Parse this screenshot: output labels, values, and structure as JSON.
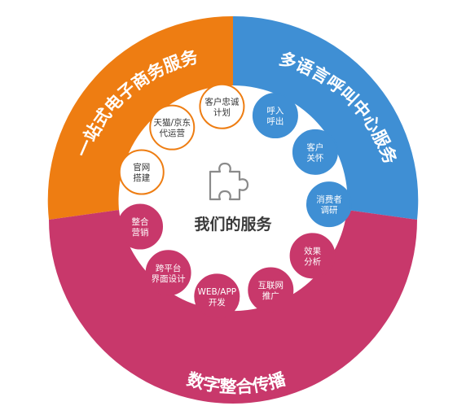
{
  "center": {
    "title": "我们的服务",
    "icon": "puzzle-piece-icon"
  },
  "segments": [
    {
      "id": "ecommerce",
      "label": "一站式电子商务服务",
      "color": "#ee7d12"
    },
    {
      "id": "callcenter",
      "label": "多语言呼叫中心服务",
      "color": "#3f8fd4"
    },
    {
      "id": "digital",
      "label": "数字整合传播",
      "color": "#c8386b"
    }
  ],
  "services": [
    {
      "lines": [
        "官网",
        "搭建"
      ],
      "segment": "ecommerce"
    },
    {
      "lines": [
        "天猫/京东",
        "代运营"
      ],
      "segment": "ecommerce"
    },
    {
      "lines": [
        "客户忠诚",
        "计划"
      ],
      "segment": "ecommerce"
    },
    {
      "lines": [
        "呼入",
        "呼出"
      ],
      "segment": "callcenter"
    },
    {
      "lines": [
        "客户",
        "关怀"
      ],
      "segment": "callcenter"
    },
    {
      "lines": [
        "消费者",
        "调研"
      ],
      "segment": "callcenter"
    },
    {
      "lines": [
        "效果",
        "分析"
      ],
      "segment": "digital"
    },
    {
      "lines": [
        "互联网",
        "推广"
      ],
      "segment": "digital"
    },
    {
      "lines": [
        "WEB/APP",
        "开发"
      ],
      "segment": "digital"
    },
    {
      "lines": [
        "跨平台",
        "界面设计"
      ],
      "segment": "digital"
    },
    {
      "lines": [
        "整合",
        "营销"
      ],
      "segment": "digital"
    }
  ]
}
